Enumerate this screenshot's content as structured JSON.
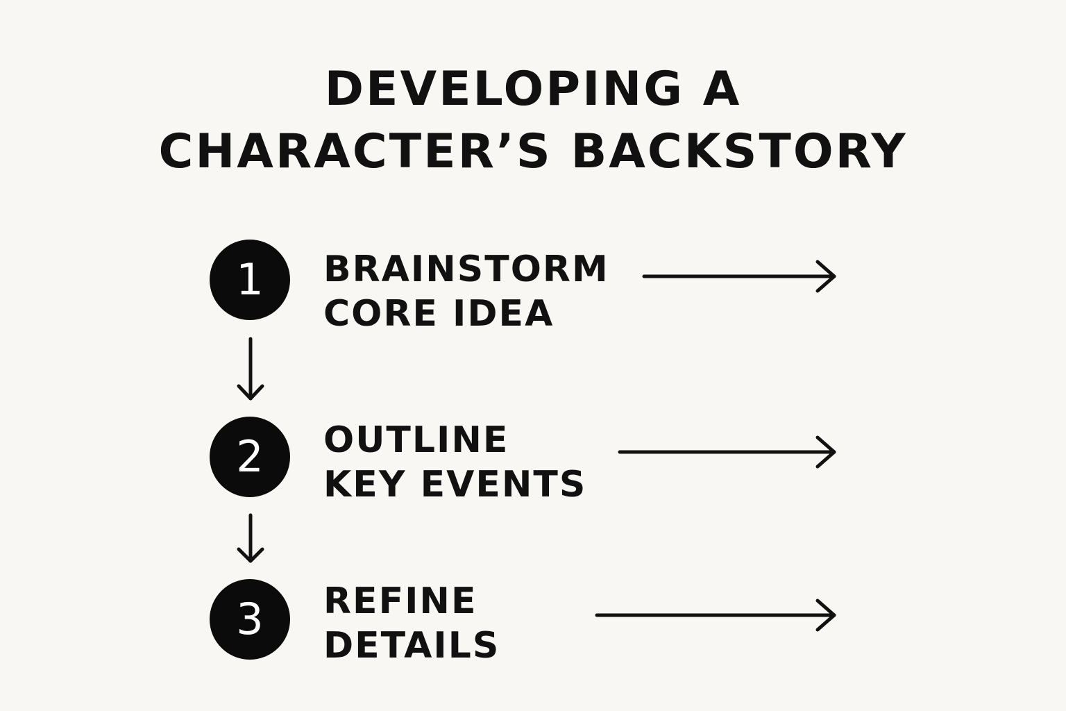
{
  "title": {
    "line1": "DEVELOPING A",
    "line2": "CHARACTER’S BACKSTORY"
  },
  "steps": [
    {
      "number": "1",
      "line1": "BRAINSTORM",
      "line2": "CORE IDEA"
    },
    {
      "number": "2",
      "line1": "OUTLINE",
      "line2": "KEY EVENTS"
    },
    {
      "number": "3",
      "line1": "REFINE",
      "line2": "DETAILS"
    }
  ],
  "colors": {
    "background": "#f8f7f3",
    "ink": "#111111",
    "circle": "#0b0b0b",
    "circle_text": "#ffffff"
  },
  "icons": {
    "down_connector": "arrow-down-icon",
    "right_connector": "arrow-right-icon"
  }
}
